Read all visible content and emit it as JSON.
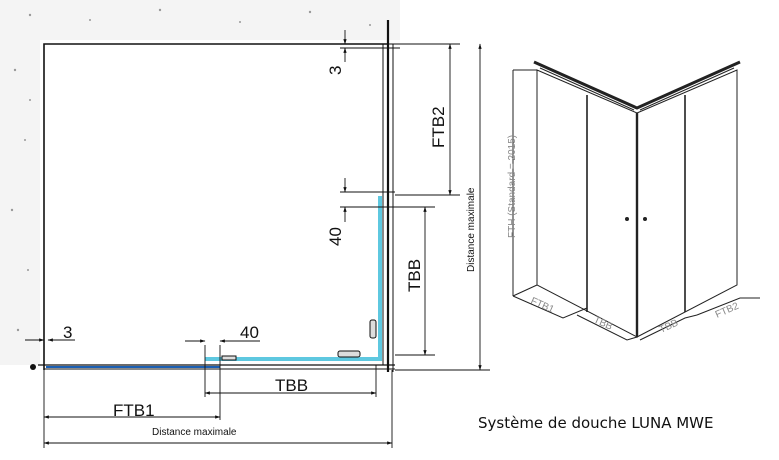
{
  "plan": {
    "dim_gap_top": "3",
    "dim_ftb2": "FTB2",
    "dim_distance_vertical": "Distance maximale",
    "dim_40_vertical": "40",
    "dim_tbb_vertical": "TBB",
    "dim_gap_left": "3",
    "dim_40_horizontal": "40",
    "dim_tbb_horizontal": "TBB",
    "dim_ftb1": "FTB1",
    "dim_distance_horizontal": "Distance maximale",
    "glass_color": "#5ec8e0",
    "profile_color": "#1a5fb4"
  },
  "iso": {
    "height_label": "FTH (Standard = 2015)",
    "ftb1": "FTB1",
    "tbb_left": "TBB",
    "tbb_right": "TBB",
    "ftb2": "FTB2"
  },
  "caption": "Système de douche LUNA MWE"
}
